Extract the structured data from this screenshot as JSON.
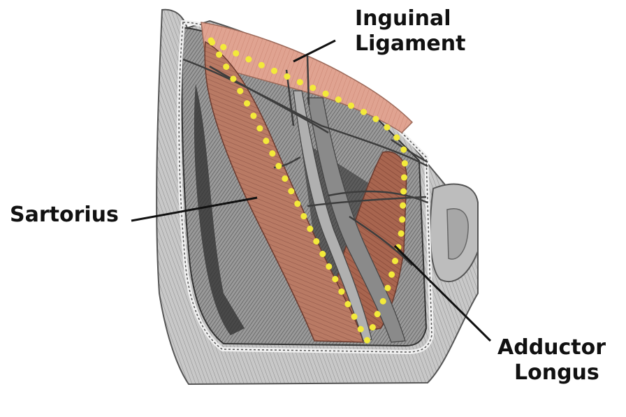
{
  "labels": {
    "inguinal_line1": "Inguinal",
    "inguinal_line2": "Ligament",
    "sartorius": "Sartorius",
    "adductor_line1": "Adductor",
    "adductor_line2": "Longus"
  },
  "colors": {
    "background": "#ffffff",
    "label_text": "#111111",
    "leader_line": "#111111",
    "muscle": "#b97a64",
    "muscle_dark": "#8e4f3c",
    "ligament": "#e0a391",
    "outline_dots": "#f3ea3a",
    "tissue_gray": "#7d7d7d",
    "tissue_dark": "#3a3a3a",
    "skin_light": "#c9c9c9"
  }
}
